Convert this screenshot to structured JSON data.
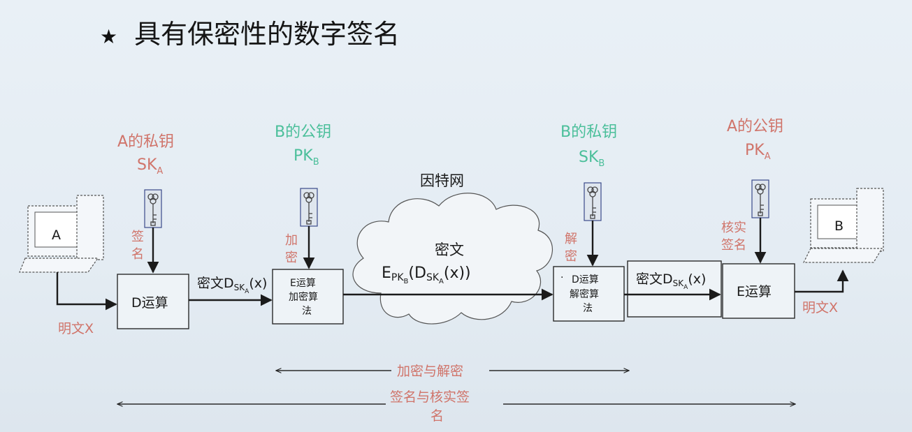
{
  "title": {
    "star": "★",
    "text": "具有保密性的数字签名"
  },
  "keys": [
    {
      "owner": "A的私钥",
      "sym": "SK",
      "sub": "A",
      "color": "red"
    },
    {
      "owner": "B的公钥",
      "sym": "PK",
      "sub": "B",
      "color": "green"
    },
    {
      "owner": "B的私钥",
      "sym": "SK",
      "sub": "B",
      "color": "green"
    },
    {
      "owner": "A的公钥",
      "sym": "PK",
      "sub": "A",
      "color": "red"
    }
  ],
  "computers": {
    "a": "A",
    "b": "B"
  },
  "side_labels": {
    "sign": [
      "签",
      "名"
    ],
    "encrypt": [
      "加",
      "密"
    ],
    "decrypt": [
      "解",
      "密"
    ],
    "verify": [
      "核实",
      "签名"
    ]
  },
  "plaintext_in": "明文X",
  "plaintext_out": "明文X",
  "boxes": {
    "d_op": "D运算",
    "e_encrypt": [
      "E运算",
      "加密算",
      "法"
    ],
    "d_decrypt_mark": "·",
    "d_decrypt": [
      "D运算",
      "解密算",
      "法"
    ],
    "e_op": "E运算"
  },
  "cipher_label": {
    "prefix": "密文",
    "D": "D",
    "SK": "SK",
    "A": "A",
    "arg": "(x)"
  },
  "internet": {
    "name": "因特网",
    "cipher": "密文",
    "formula": {
      "E": "E",
      "PK": "PK",
      "B": "B",
      "open": "(",
      "D": "D",
      "SK": "SK",
      "A": "A",
      "arg": "(x))"
    }
  },
  "spans": {
    "encdec": "加密与解密",
    "sigver_line1": "签名与核实签",
    "sigver_line2": "名"
  }
}
